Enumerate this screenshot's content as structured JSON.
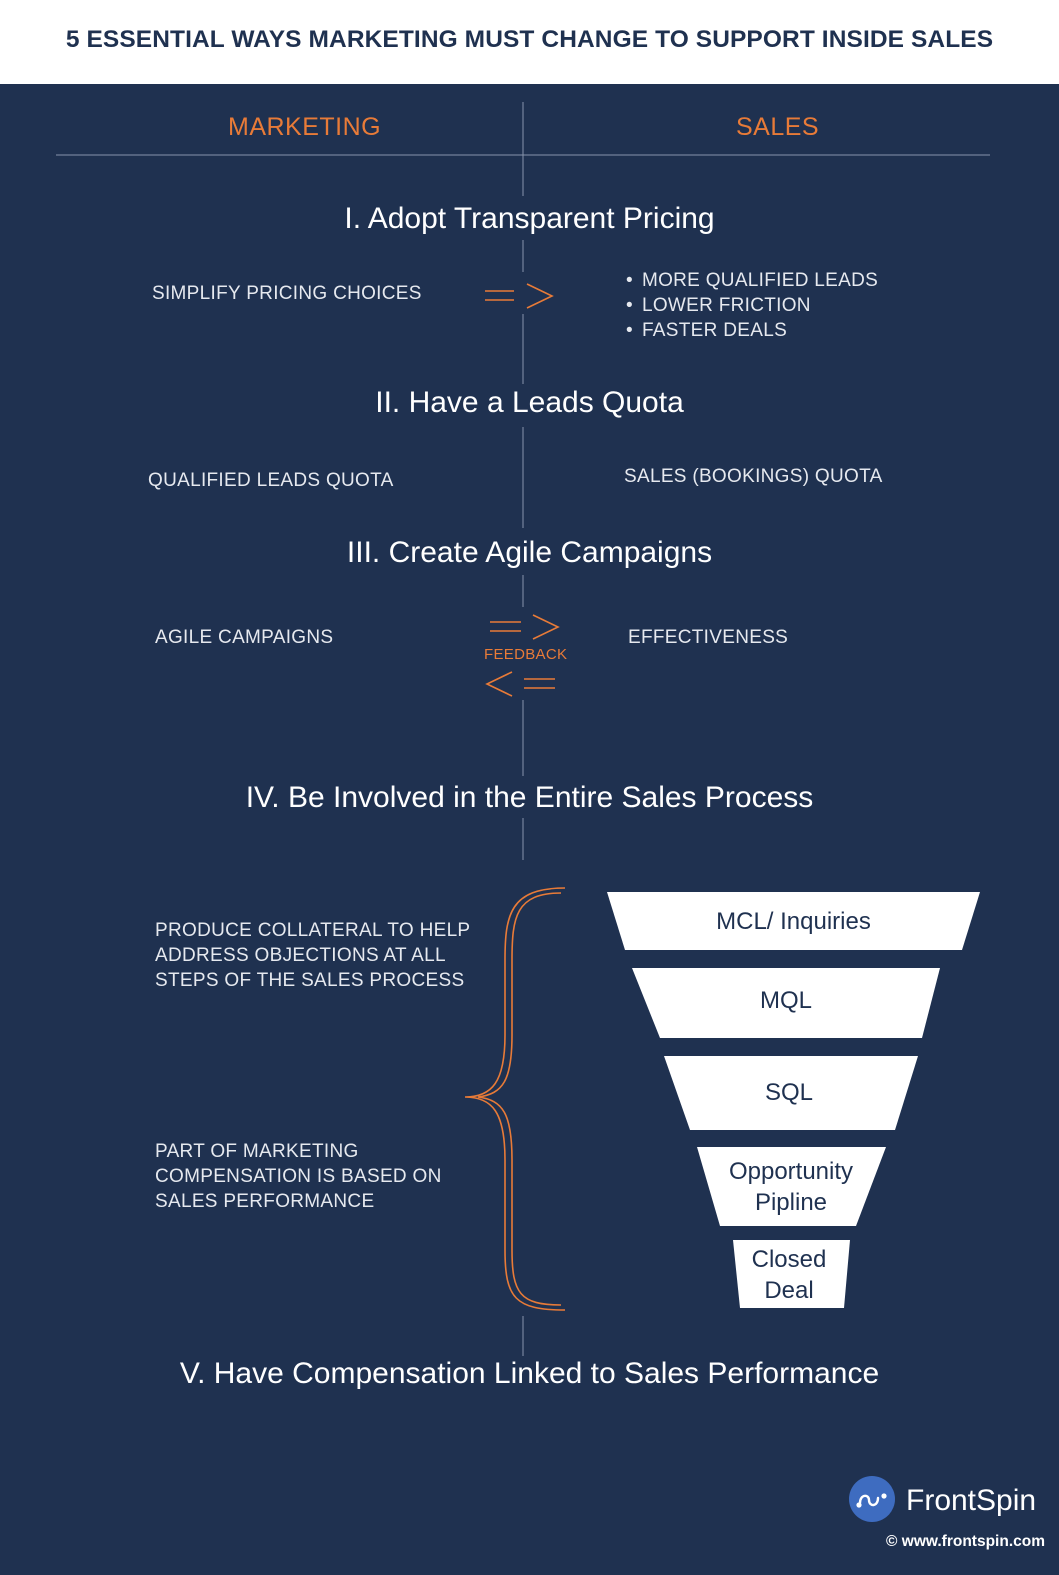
{
  "title": "5 ESSENTIAL WAYS MARKETING MUST CHANGE TO SUPPORT INSIDE SALES",
  "columns": {
    "left": "MARKETING",
    "right": "SALES"
  },
  "colors": {
    "background": "#1f3150",
    "accent": "#e87b38",
    "text": "#ffffff",
    "logo_blue": "#3e6cc0"
  },
  "sections": [
    {
      "title": "I. Adopt Transparent Pricing",
      "marketing": "SIMPLIFY PRICING  CHOICES",
      "sales_bullets": [
        "MORE QUALIFIED LEADS",
        "LOWER FRICTION",
        "FASTER DEALS"
      ]
    },
    {
      "title": "II. Have a Leads Quota",
      "marketing": "QUALIFIED LEADS QUOTA",
      "sales": "SALES (BOOKINGS) QUOTA"
    },
    {
      "title": "III. Create Agile Campaigns",
      "marketing": "AGILE CAMPAIGNS",
      "sales": "EFFECTIVENESS",
      "arrow_label": "FEEDBACK"
    },
    {
      "title": "IV. Be Involved in the Entire Sales Process",
      "marketing_points": [
        "PRODUCE COLLATERAL TO HELP ADDRESS OBJECTIONS AT ALL STEPS OF THE SALES PROCESS",
        "PART OF MARKETING COMPENSATION IS BASED ON SALES PERFORMANCE"
      ],
      "funnel": [
        "MCL/ Inquiries",
        "MQL",
        "SQL",
        "Opportunity Pipline",
        "Closed Deal"
      ]
    },
    {
      "title": "V. Have Compensation Linked  to Sales Performance"
    }
  ],
  "footer": {
    "brand": "FrontSpin",
    "copyright": "© www.frontspin.com"
  }
}
